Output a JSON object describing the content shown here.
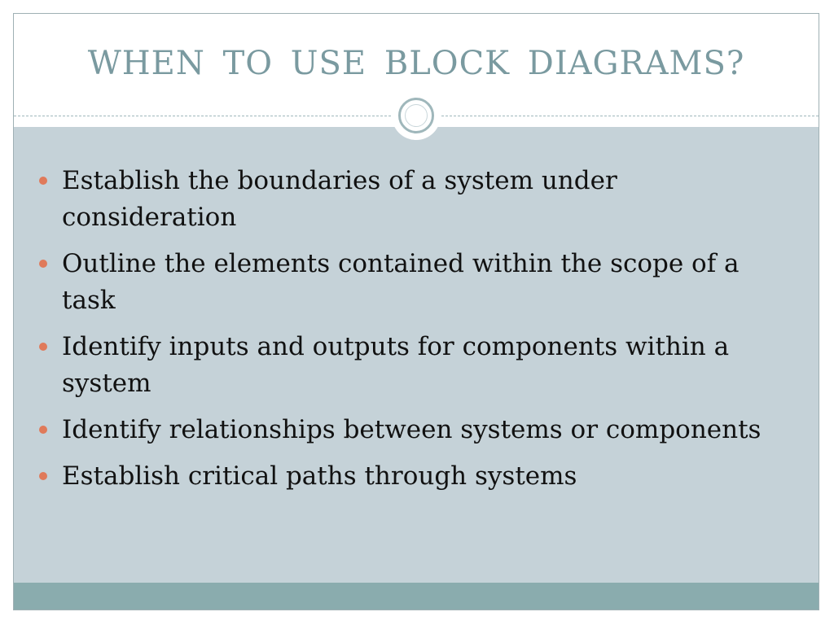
{
  "slide": {
    "title": "WHEN  TO  USE  BLOCK  DIAGRAMS?",
    "bullets": [
      {
        "text": "Establish the boundaries of a system under consideration"
      },
      {
        "text": "Outline the elements contained within the scope of a task"
      },
      {
        "text": "Identify inputs and outputs for components within a system"
      },
      {
        "text": "Identify relationships between systems or components"
      },
      {
        "text": "Establish critical paths through systems"
      }
    ]
  },
  "colors": {
    "title": "#7a9aa0",
    "content_background": "#c5d2d8",
    "footer_band": "#8aacae",
    "bullet_marker": "#e07a5a",
    "body_text": "#111111"
  },
  "icons": {
    "divider_ornament": "circle-ornament-icon",
    "bullet_marker": "bullet-dot-icon"
  }
}
